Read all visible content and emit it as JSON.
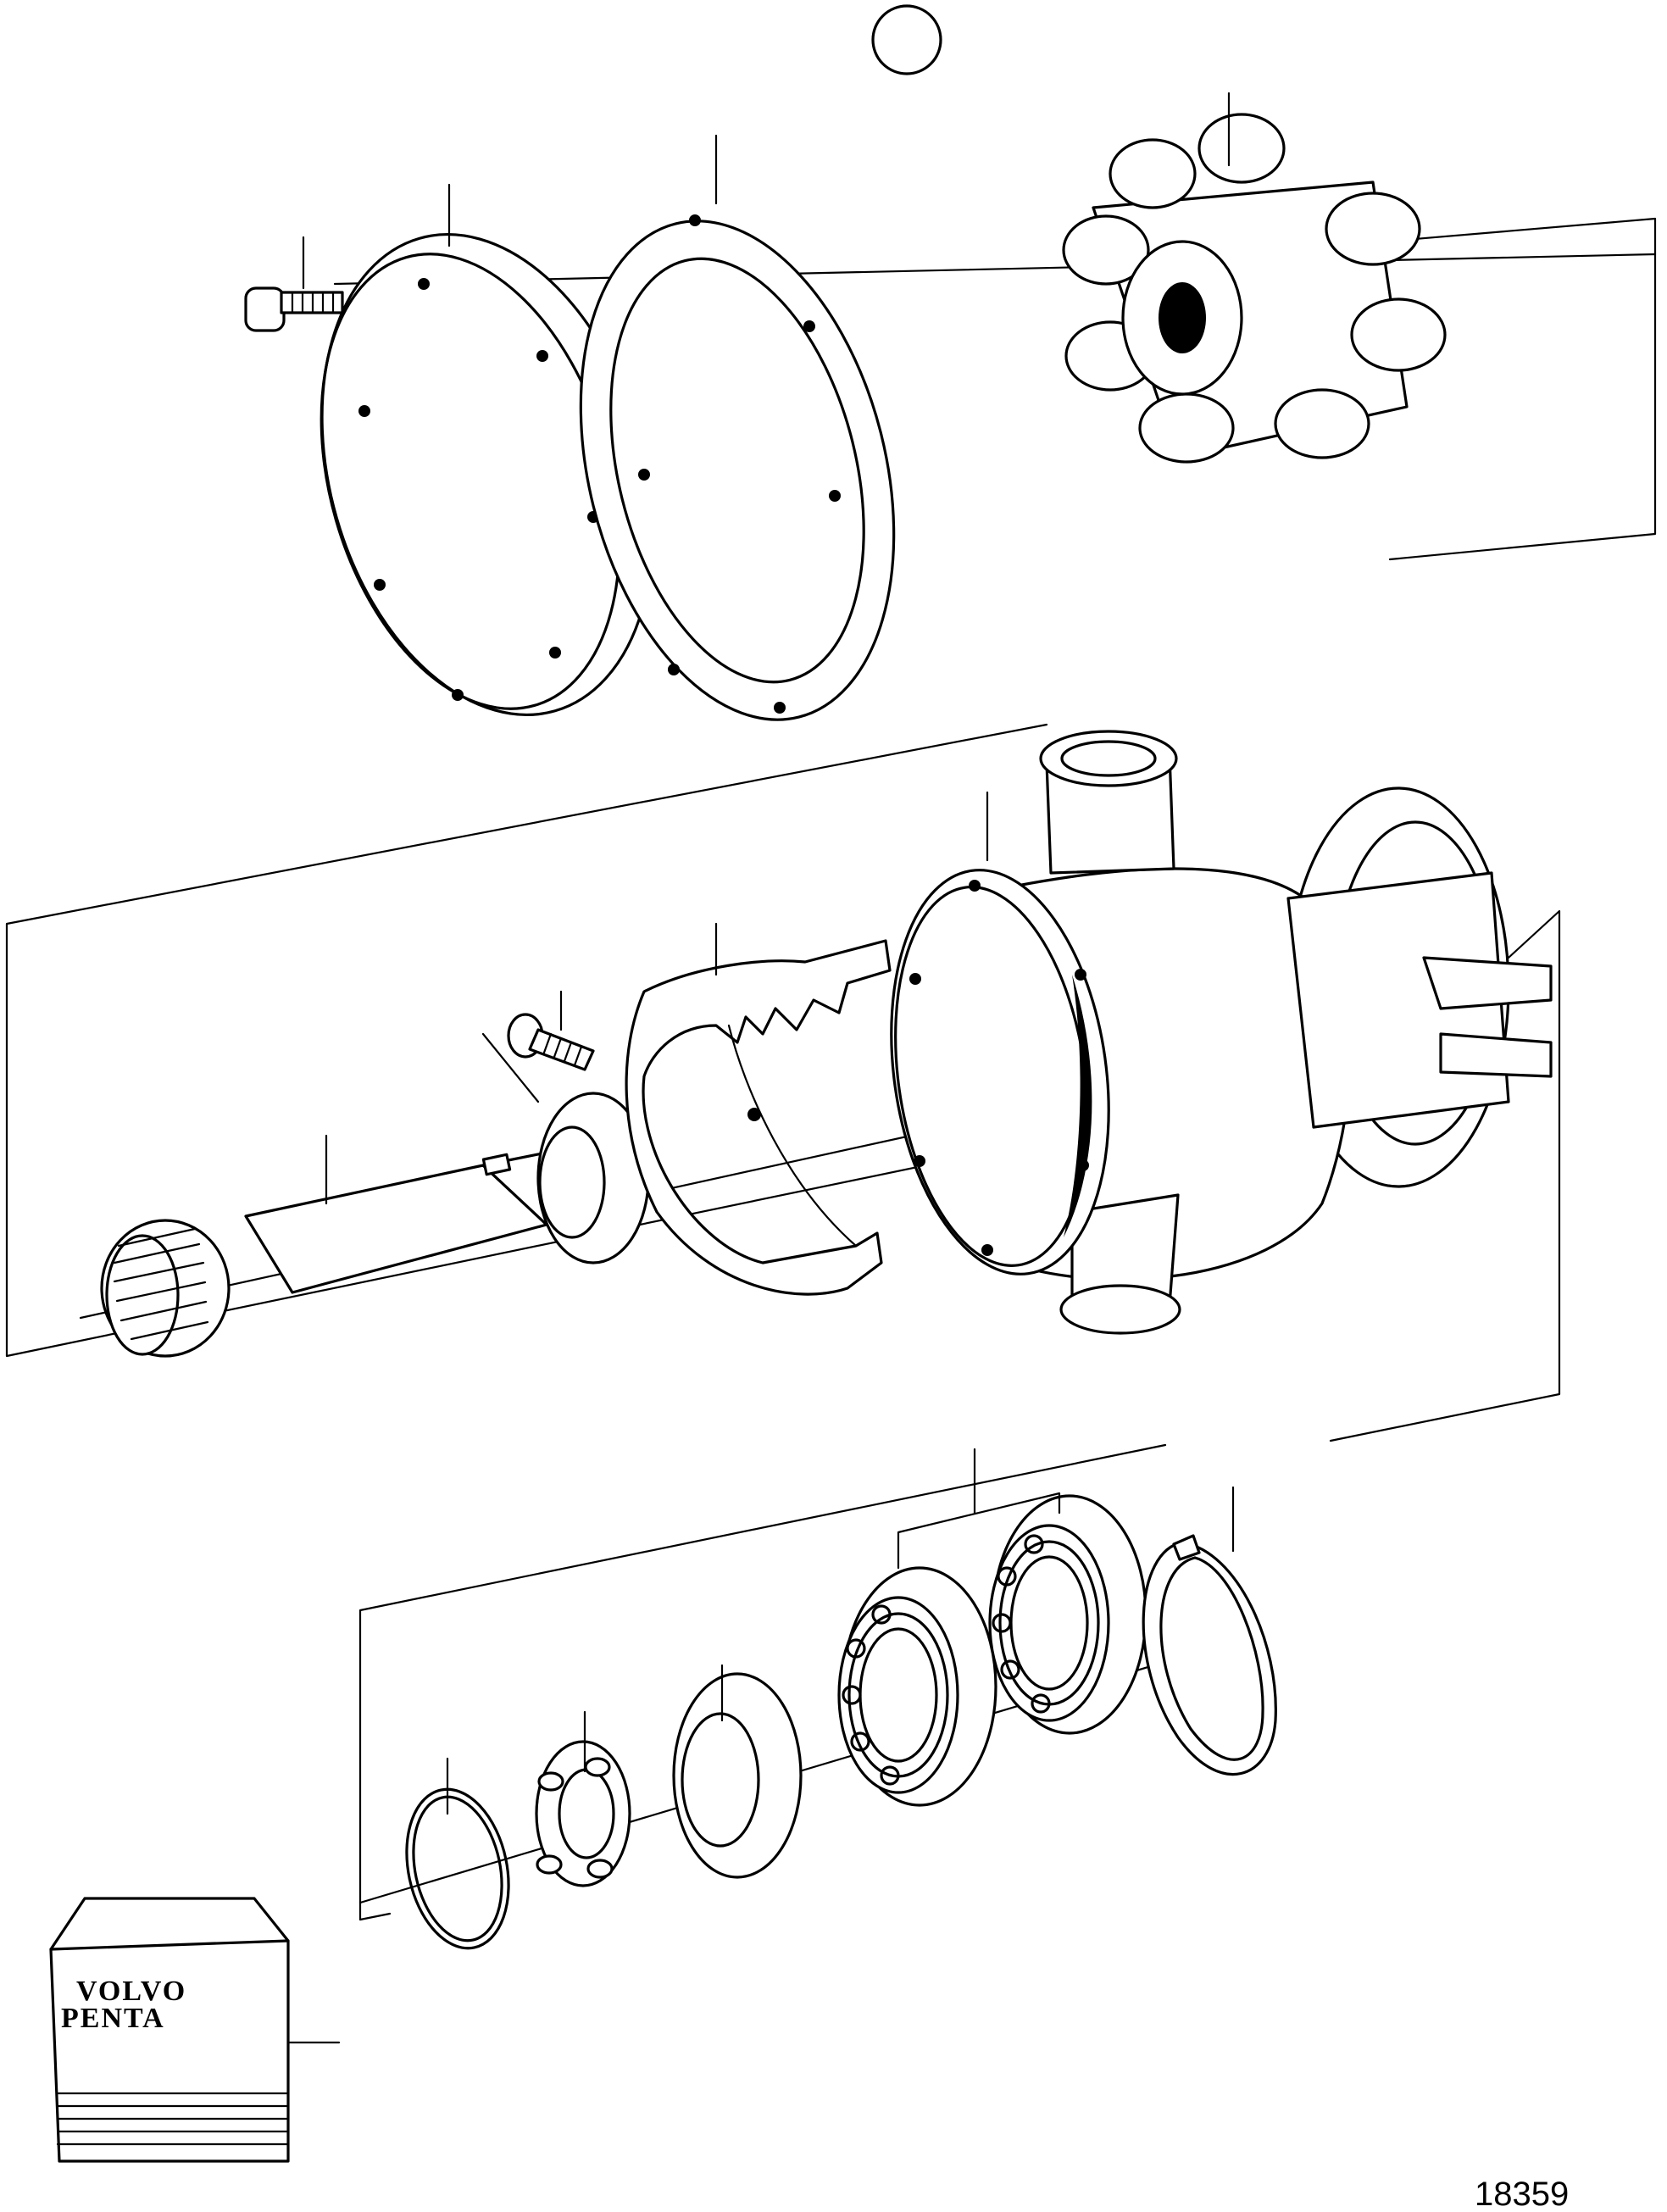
{
  "figure": {
    "reference_number": "18359"
  },
  "service_kit": {
    "brand_line_1": "VOLVO",
    "brand_line_2": "PENTA"
  }
}
